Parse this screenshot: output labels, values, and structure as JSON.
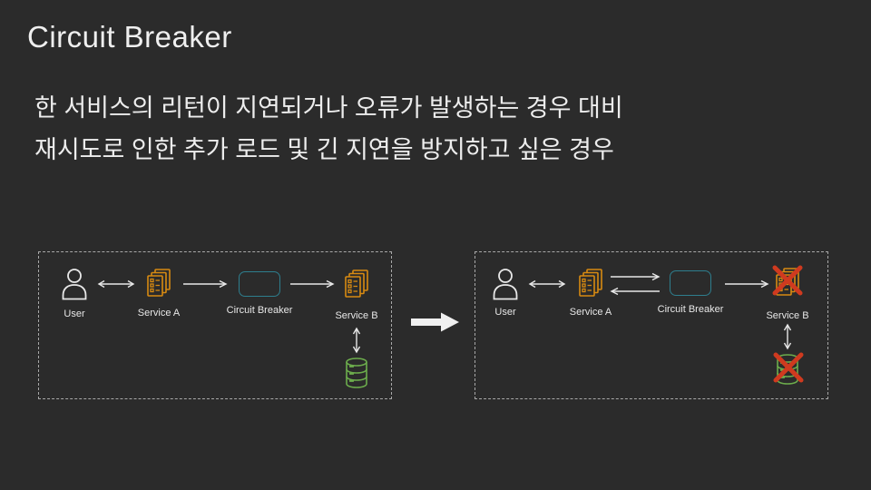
{
  "slide": {
    "title": "Circuit Breaker",
    "body_lines": [
      "한 서비스의 리턴이 지연되거나 오류가 발생하는 경우 대비",
      "재시도로 인한 추가 로드 및 긴 지연을 방지하고 싶은 경우"
    ]
  },
  "colors": {
    "background": "#2b2b2b",
    "text": "#ededed",
    "service_icon_orange": "#d78a12",
    "circuit_breaker_teal": "#2e7e8e",
    "database_green": "#6cac4c",
    "failure_red": "#cf3a1f",
    "arrow_white": "#e8e8e8",
    "panel_border_gray": "#a8a8a8"
  },
  "icons": {
    "user": "person-outline-icon",
    "service": "stacked-documents-icon",
    "circuit_breaker": "rounded-rect-box",
    "database": "database-cylinder-icon",
    "failure": "red-x-icon",
    "transition": "solid-right-block-arrow"
  },
  "diagram_before": {
    "labels": {
      "user": "User",
      "service_a": "Service A",
      "circuit_breaker": "Circuit Breaker",
      "service_b": "Service B"
    }
  },
  "diagram_after": {
    "labels": {
      "user": "User",
      "service_a": "Service A",
      "circuit_breaker": "Circuit Breaker",
      "service_b": "Service B"
    }
  }
}
